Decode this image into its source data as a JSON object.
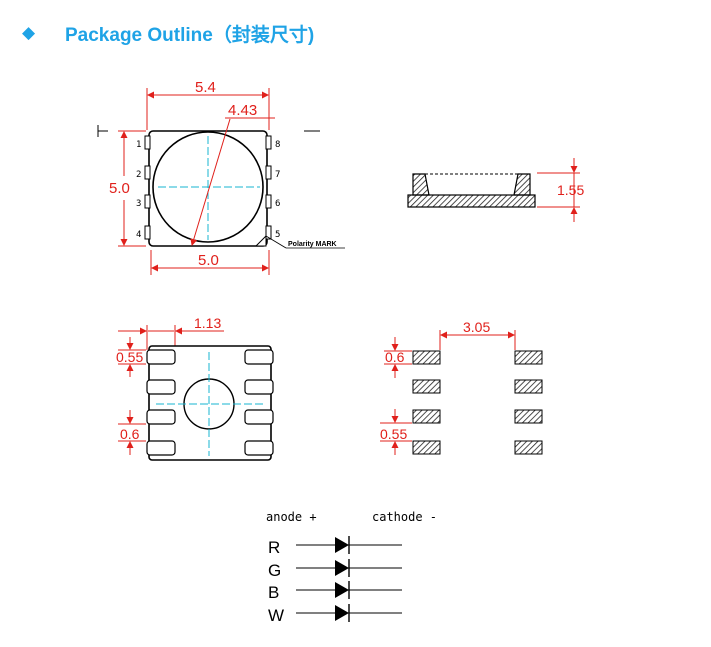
{
  "header": {
    "bullet_icon": "diamond-icon",
    "title": "Package Outline（封装尺寸)"
  },
  "colors": {
    "accent": "#1fa3e6",
    "dimension": "#e0201b",
    "centerline": "#17b6d0"
  },
  "top_view": {
    "dim_width": "5.4",
    "dim_lens": "4.43",
    "dim_height": "5.0",
    "dim_bottom": "5.0",
    "pins_left": [
      "1",
      "2",
      "3",
      "4"
    ],
    "pins_right": [
      "8",
      "7",
      "6",
      "5"
    ],
    "polarity_label": "Polarity MARK"
  },
  "side_view": {
    "dim_height": "1.55"
  },
  "bottom_view": {
    "dim_offset": "1.13",
    "dim_pad_h": "0.55",
    "dim_pad_pitch": "0.6"
  },
  "pad_layout": {
    "dim_spacing": "3.05",
    "dim_pad_h": "0.6",
    "dim_pad_pitch": "0.55"
  },
  "schematic": {
    "anode_label": "anode +",
    "cathode_label": "cathode -",
    "channels": [
      "R",
      "G",
      "B",
      "W"
    ]
  }
}
